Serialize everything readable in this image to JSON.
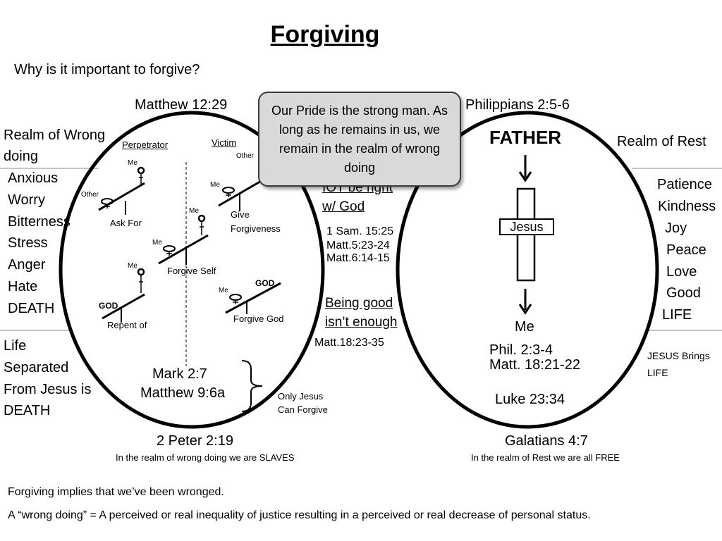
{
  "title": "Forgiving",
  "question": "Why is it important to forgive?",
  "left": {
    "verse_top": "Matthew 12:29",
    "realm_label_line1": "Realm of Wrong",
    "realm_label_line2": "doing",
    "feelings": [
      "Anxious",
      "Worry",
      "Bitterness",
      "Stress",
      "Anger",
      "Hate",
      "DEATH"
    ],
    "life_lines": [
      "Life",
      "Separated",
      "From Jesus is",
      "DEATH"
    ],
    "col_perpetrator": "Perpetrator",
    "col_victim": "Victim",
    "me": "Me",
    "other": "Other",
    "god": "GOD",
    "ask_for": "Ask For",
    "give_forgiveness_1": "Give",
    "give_forgiveness_2": "Forgiveness",
    "forgive_self": "Forgive Self",
    "repent_of": "Repent of",
    "forgive_god": "Forgive God",
    "mark": "Mark 2:7",
    "matthew_9": "Matthew 9:6a",
    "only_jesus_1": "Only Jesus",
    "only_jesus_2": "Can Forgive",
    "verse_bottom": "2 Peter 2:19",
    "note_bottom": "In the realm of wrong doing we are SLAVES"
  },
  "callout": "Our Pride is the strong man. As long as he remains in us, we remain in the realm of wrong doing",
  "middle": {
    "right_with_god_1": "IOT be right",
    "right_with_god_2": "w/ God",
    "refs": [
      "1 Sam. 15:25",
      "Matt.5:23-24",
      "Matt.6:14-15"
    ],
    "being_good_1": "Being good",
    "being_good_2": "isn’t enough",
    "matt_18_23": "Matt.18:23-35"
  },
  "right": {
    "verse_top": "Philippians 2:5-6",
    "realm_label": "Realm of Rest",
    "father": "FATHER",
    "jesus": "Jesus",
    "me": "Me",
    "fruits": [
      "Patience",
      "Kindness",
      "Joy",
      "Peace",
      "Love",
      "Good",
      "LIFE"
    ],
    "jesus_brings_1": "JESUS Brings",
    "jesus_brings_2": "LIFE",
    "phil": "Phil. 2:3-4",
    "matt_18_21": "Matt. 18:21-22",
    "luke": "Luke 23:34",
    "verse_bottom": "Galatians 4:7",
    "note_bottom": "In the realm of Rest we are all FREE"
  },
  "footer": {
    "line1": "Forgiving implies that we’ve been wronged.",
    "line2": "A “wrong doing” = A perceived or real inequality of justice resulting in a perceived or real decrease of personal status."
  }
}
